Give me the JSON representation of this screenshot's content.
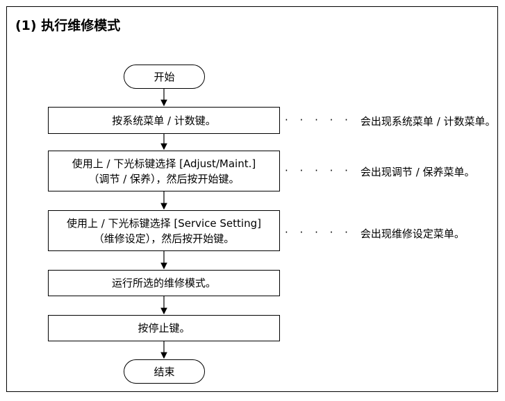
{
  "title": "(1) 执行维修模式",
  "flow": {
    "start": "开始",
    "step1": "按系统菜单 / 计数键。",
    "step2_line1": "使用上 / 下光标键选择 [Adjust/Maint.]",
    "step2_line2": "（调节 / 保养），然后按开始键。",
    "step3_line1": "使用上 / 下光标键选择 [Service Setting]",
    "step3_line2": "（维修设定），然后按开始键。",
    "step4": "运行所选的维修模式。",
    "step5": "按停止键。",
    "end": "结束"
  },
  "notes": {
    "leader": "· · · · ·",
    "note1": "会出现系统菜单 / 计数菜单。",
    "note2": "会出现调节 / 保养菜单。",
    "note3": "会出现维修设定菜单。"
  }
}
